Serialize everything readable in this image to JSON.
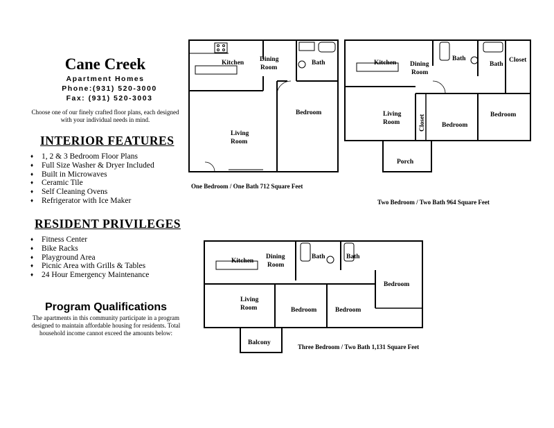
{
  "header": {
    "title": "Cane Creek",
    "subtitle": "Apartment Homes",
    "phone": "Phone:(931) 520-3000",
    "fax": "Fax: (931) 520-3003",
    "intro": "Choose one of our finely crafted floor plans, each designed with your individual needs in mind."
  },
  "interior": {
    "heading": "INTERIOR FEATURES",
    "items": [
      "1, 2 & 3 Bedroom Floor Plans",
      "Full Size Washer & Dryer Included",
      "Built in Microwaves",
      "Ceramic Tile",
      "Self Cleaning Ovens",
      "Refrigerator with Ice Maker"
    ]
  },
  "privileges": {
    "heading": "RESIDENT PRIVILEGES",
    "items": [
      "Fitness Center",
      "Bike Racks",
      "Playground Area",
      "Picnic Area with Grills & Tables",
      "24 Hour Emergency Maintenance"
    ]
  },
  "qualifications": {
    "heading": "Program Qualifications",
    "text": "The apartments in this community participate in a program designed to maintain affordable housing for residents.  Total household income cannot exceed the amounts below:"
  },
  "plans": {
    "one": {
      "caption": "One Bedroom / One Bath  712 Square Feet",
      "kitchen": "Kitchen",
      "dining1": "Dining",
      "dining2": "Room",
      "bath": "Bath",
      "bedroom": "Bedroom",
      "living1": "Living",
      "living2": "Room"
    },
    "two": {
      "caption": "Two Bedroom / Two Bath  964 Square Feet",
      "kitchen": "Kitchen",
      "dining1": "Dining",
      "dining2": "Room",
      "bath1": "Bath",
      "bath2": "Bath",
      "closet_top": "Closet",
      "living1": "Living",
      "living2": "Room",
      "closet_side": "Closet",
      "bedroom1": "Bedroom",
      "bedroom2": "Bedroom",
      "porch": "Porch"
    },
    "three": {
      "caption": "Three Bedroom / Two Bath  1,131 Square Feet",
      "kitchen": "Kitchen",
      "dining1": "Dining",
      "dining2": "Room",
      "bath1": "Bath",
      "bath2": "Bath",
      "bedroom1": "Bedroom",
      "living1": "Living",
      "living2": "Room",
      "bedroom2": "Bedroom",
      "bedroom3": "Bedroom",
      "balcony": "Balcony"
    }
  }
}
